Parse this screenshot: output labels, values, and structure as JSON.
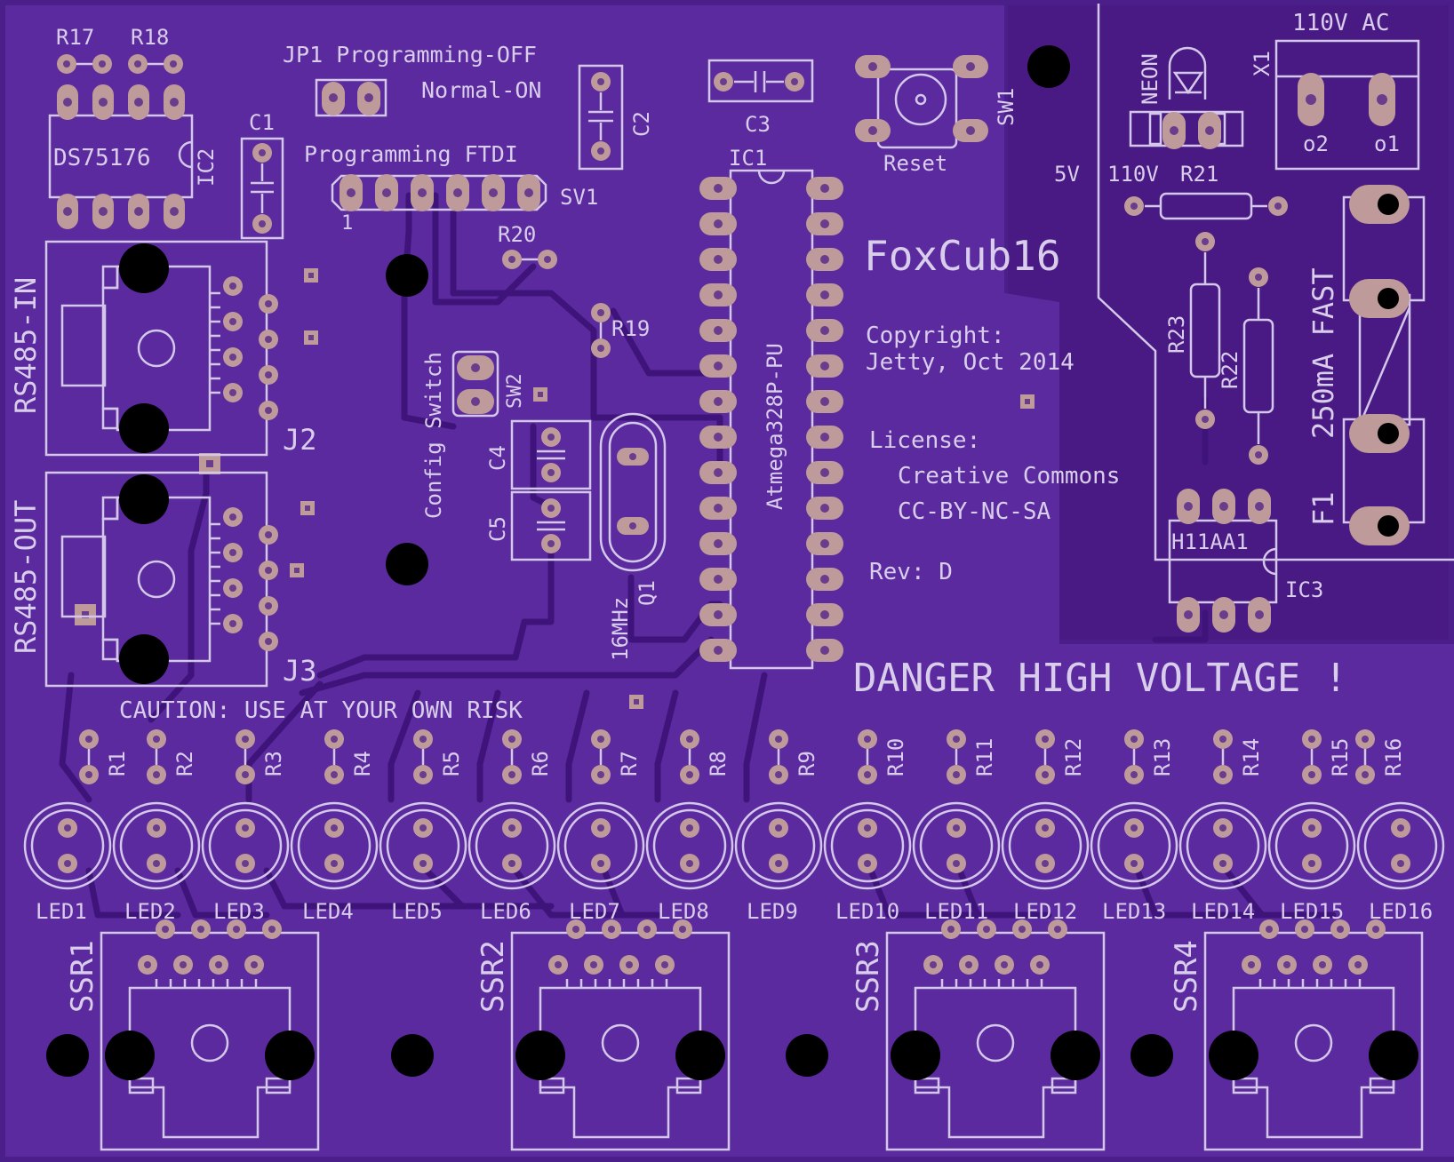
{
  "board": {
    "title": "FoxCub16",
    "copyright": [
      "Copyright:",
      "Jetty, Oct 2014"
    ],
    "license": [
      "License:",
      "Creative Commons",
      "CC-BY-NC-SA"
    ],
    "rev": "Rev: D",
    "danger": "DANGER HIGH VOLTAGE !",
    "caution": "CAUTION: USE AT YOUR OWN RISK",
    "prog_off": "JP1 Programming-OFF",
    "normal_on": "Normal-ON",
    "prog_ftdi": "Programming FTDI",
    "config_switch": "Config Switch",
    "reset": "Reset",
    "ac": "110V AC",
    "v110": "110V",
    "v5": "5V",
    "fuse": "250mA FAST",
    "neon": "NEON",
    "mcu": "Atmega328P-PU",
    "crystal": "16MHz",
    "rs485_in": "RS485-IN",
    "rs485_out": "RS485-OUT"
  },
  "refdes": {
    "R17": "R17",
    "R18": "R18",
    "R19": "R19",
    "R20": "R20",
    "R21": "R21",
    "R22": "R22",
    "R23": "R23",
    "IC1": "IC1",
    "IC2": "IC2",
    "IC3": "IC3",
    "DS75176": "DS75176",
    "H11AA1": "H11AA1",
    "C1": "C1",
    "C2": "C2",
    "C3": "C3",
    "C4": "C4",
    "C5": "C5",
    "SV1": "SV1",
    "SW1": "SW1",
    "SW2": "SW2",
    "X1": "X1",
    "F1": "F1",
    "Q1": "Q1",
    "J2": "J2",
    "J3": "J3",
    "pin1": "1",
    "x1_p2": "o2",
    "x1_p1": "o1"
  },
  "resistors": [
    "R1",
    "R2",
    "R3",
    "R4",
    "R5",
    "R6",
    "R7",
    "R8",
    "R9",
    "R10",
    "R11",
    "R12",
    "R13",
    "R14",
    "R15",
    "R16"
  ],
  "leds": [
    "LED1",
    "LED2",
    "LED3",
    "LED4",
    "LED5",
    "LED6",
    "LED7",
    "LED8",
    "LED9",
    "LED10",
    "LED11",
    "LED12",
    "LED13",
    "LED14",
    "LED15",
    "LED16"
  ],
  "ssrs": [
    "SSR1",
    "SSR2",
    "SSR3",
    "SSR4"
  ],
  "colors": {
    "board": "#4a1f8a",
    "copper": "#5a2aa0",
    "pad": "#bf9a9a",
    "silk": "#d4c8ea"
  }
}
